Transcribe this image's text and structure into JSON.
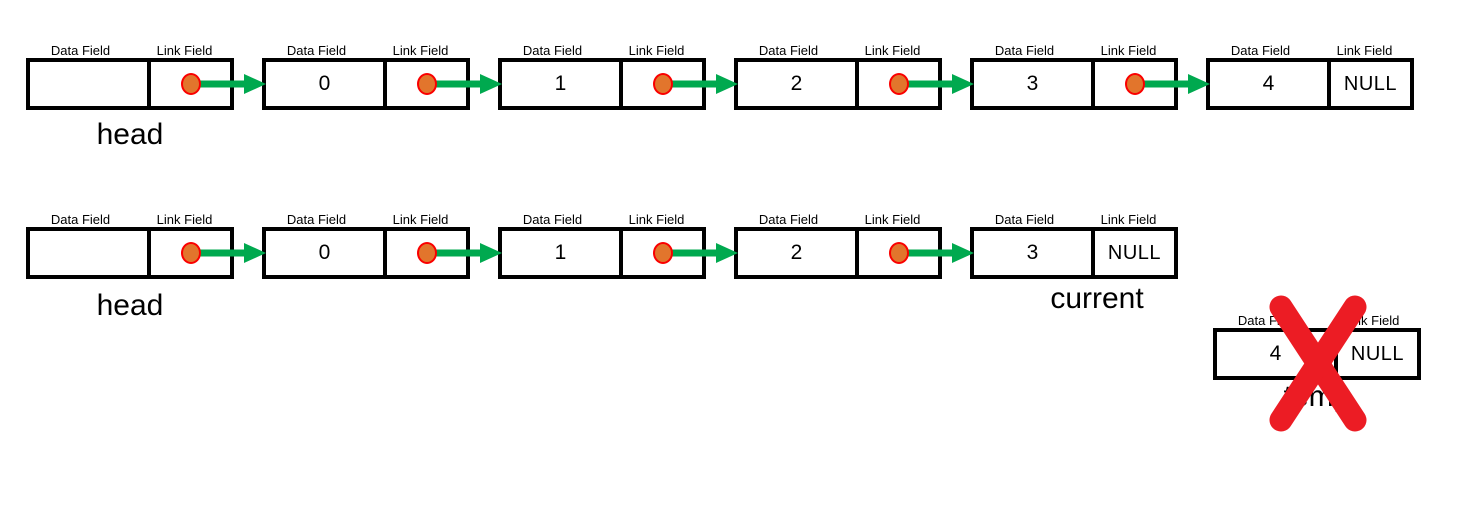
{
  "field_labels": {
    "data": "Data Field",
    "link": "Link Field"
  },
  "colors": {
    "box_border": "#000000",
    "arrow_green": "#00A94F",
    "dot_fill": "#E2752C",
    "dot_ring": "#FA0000",
    "cross_red": "#EC1C24"
  },
  "list_before": {
    "caption": "head",
    "nodes": [
      {
        "value": "",
        "link": "pointer"
      },
      {
        "value": "0",
        "link": "pointer"
      },
      {
        "value": "1",
        "link": "pointer"
      },
      {
        "value": "2",
        "link": "pointer"
      },
      {
        "value": "3",
        "link": "pointer"
      },
      {
        "value": "4",
        "link": "NULL"
      }
    ]
  },
  "list_after": {
    "caption": "head",
    "current_label": "current",
    "nodes": [
      {
        "value": "",
        "link": "pointer"
      },
      {
        "value": "0",
        "link": "pointer"
      },
      {
        "value": "1",
        "link": "pointer"
      },
      {
        "value": "2",
        "link": "pointer"
      },
      {
        "value": "3",
        "link": "NULL"
      }
    ]
  },
  "deleted_node": {
    "caption": "temp",
    "value": "4",
    "link": "NULL"
  }
}
